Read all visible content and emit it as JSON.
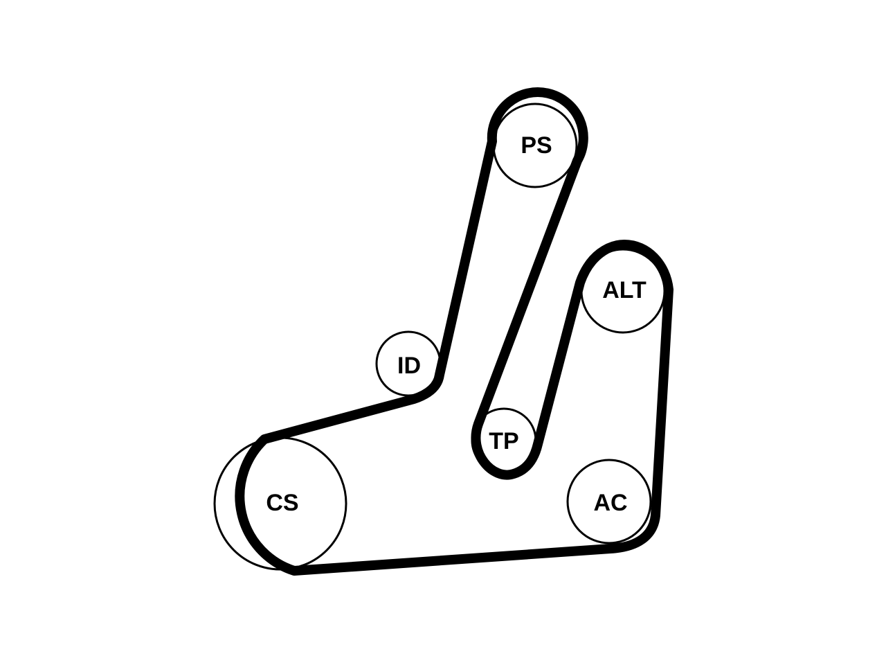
{
  "diagram": {
    "pulleys": {
      "ps": "PS",
      "alt": "ALT",
      "id": "ID",
      "tp": "TP",
      "cs": "CS",
      "ac": "AC"
    },
    "colors": {
      "belt": "#000000",
      "pulley_outline": "#000000",
      "background": "#ffffff"
    }
  }
}
